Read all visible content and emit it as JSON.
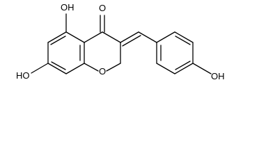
{
  "molecule": {
    "atoms": {
      "oh_top": "OH",
      "carbonyl_o": "O",
      "oh_left": "HO",
      "ring_o": "O",
      "oh_right": "OH"
    }
  },
  "colors": {
    "bond": "#000000",
    "label": "#000000",
    "background": "#ffffff"
  }
}
